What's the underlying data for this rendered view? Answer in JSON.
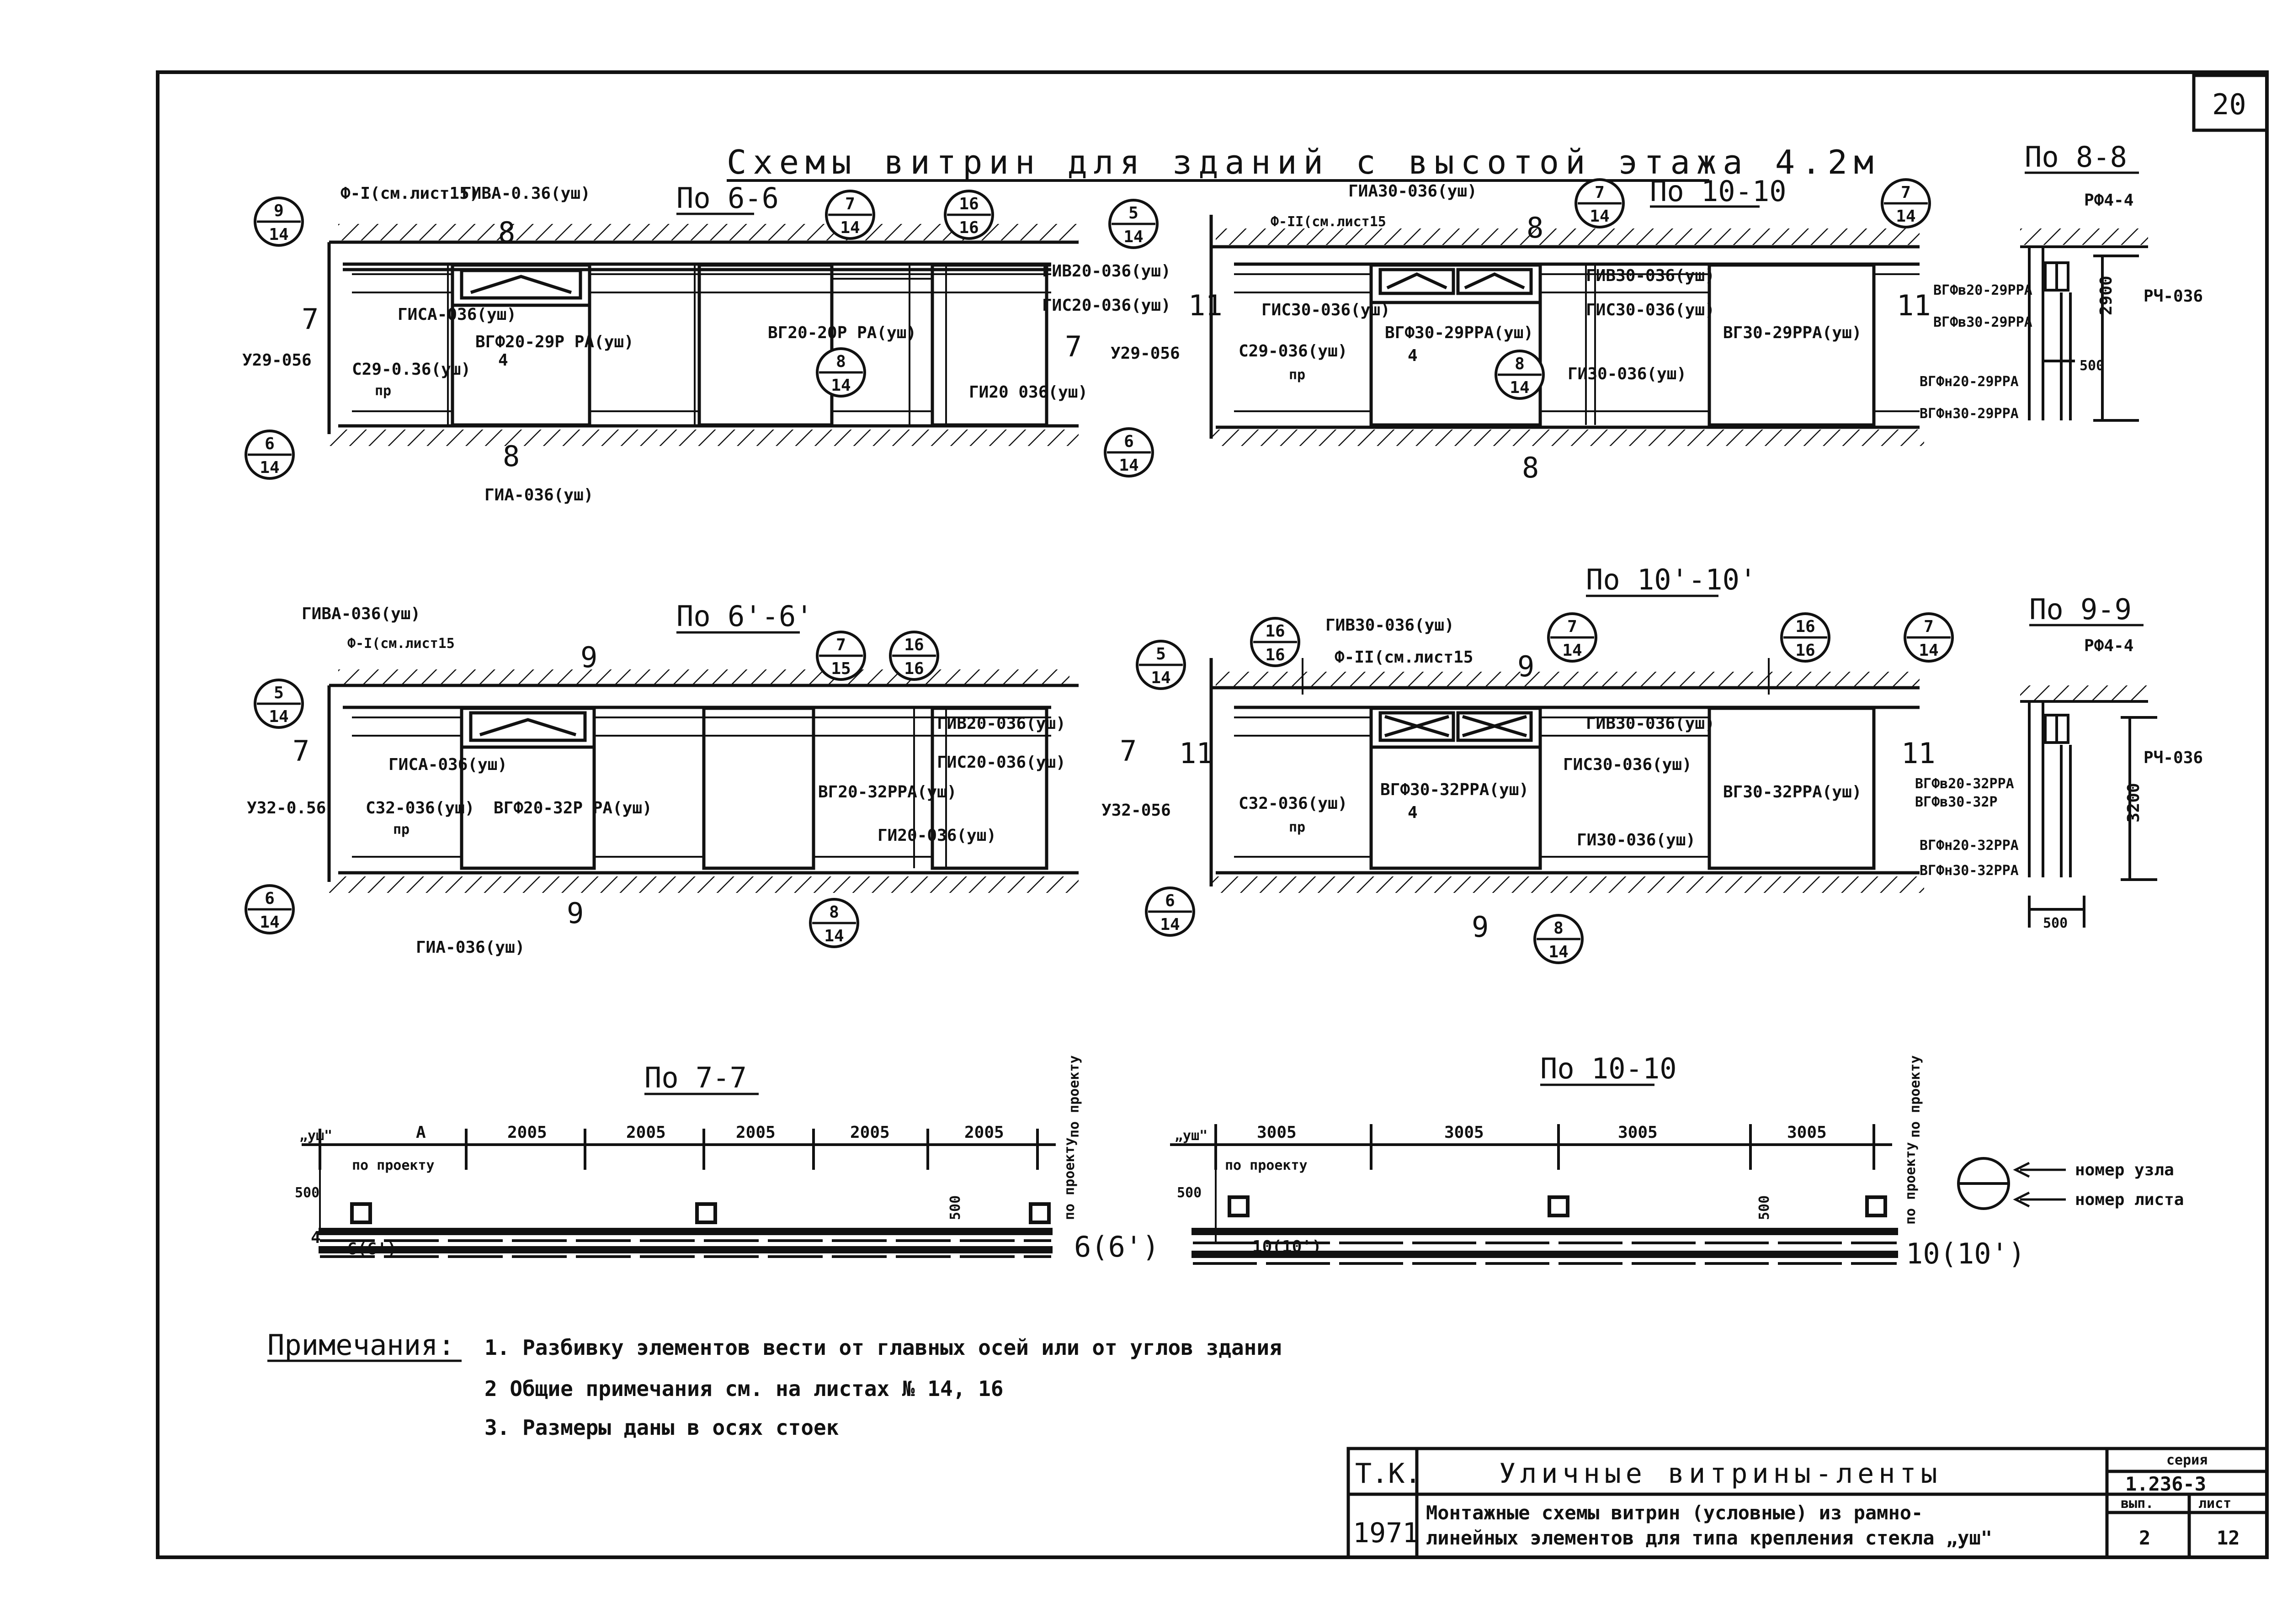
{
  "sheet_number": "20",
  "title": "Схемы витрин для зданий с высотой этажа 4.2м",
  "views": {
    "v66": "По 6-6",
    "v1010": "По 10-10",
    "v88": "По 8-8",
    "v66p": "По 6'-6'",
    "v1010p": "По 10'-10'",
    "v99": "По 9-9",
    "v77": "По 7-7",
    "v1010b": "По 10-10"
  },
  "labels": {
    "f1": "Ф-I(см.лист15)",
    "f1b": "Ф-I(см.лист15",
    "f2": "Ф-II(см.лист15",
    "givA": "ГИВА-0.36(уш)",
    "givA2": "ГИВА-036(уш)",
    "gia30": "ГИА30-036(уш)",
    "gisA": "ГИСА-036(уш)",
    "gisA2": "ГИСА-036(уш)",
    "vgf2029": "ВГФ20-29Р РА(уш)",
    "vg2020": "ВГ20-20Р РА(уш)",
    "giv20": "ГИВ20-036(уш)",
    "gis20": "ГИС20-036(уш)",
    "u29": "У29-056",
    "s29": "С29-0.36(уш)",
    "gi20": "ГИ20 036(уш)",
    "gia": "ГИА-036(уш)",
    "gis30": "ГИС30-036(уш)",
    "vgf3029": "ВГФ30-29РРА(уш)",
    "giv30": "ГИВ30-036(уш)",
    "gis30b": "ГИС30-036(уш)",
    "vg3029": "ВГ30-29РРА(уш)",
    "u29b": "У29-056",
    "s29b": "С29-036(уш)",
    "gi30": "ГИ30-036(уш)",
    "rf4": "РФ4-4",
    "r4": "РЧ-036",
    "vgfv2029": "ВГФв20-29РРА",
    "vgfv3029": "ВГФв30-29РРА",
    "vgfn2029": "ВГФн20-29РРА",
    "vgfn3029": "ВГФн30-29РРА",
    "dim2900": "2900",
    "dim500": "500",
    "u32": "У32-0.56",
    "s32": "С32-036(уш)",
    "vgf2032": "ВГФ20-32Р РА(уш)",
    "vg2032": "ВГ20-32РРА(уш)",
    "giv20b": "ГИВ20-036(уш)",
    "gis20b": "ГИС20-036(уш)",
    "gi20b": "ГИ20-036(уш)",
    "gia2": "ГИА-036(уш)",
    "giv30b": "ГИВ30-036(уш)",
    "giv30c": "ГИВ30-036(уш)",
    "gis30c": "ГИС30-036(уш)",
    "vgf3032": "ВГФ30-32РРА(уш)",
    "vg3032": "ВГ30-32РРА(уш)",
    "u32b": "У32-056",
    "s32b": "С32-036(уш)",
    "gi30b": "ГИ30-036(уш)",
    "vgfv2032": "ВГФв20-32РРА",
    "vgfv3032": "ВГФв30-32Р",
    "vgfn2032": "ВГФн20-32РРА",
    "vgfn3032": "ВГФн30-32РРА",
    "dim3200": "3200",
    "pr": "пр",
    "n4": "4",
    "n7": "7",
    "n8": "8",
    "n9": "9",
    "n11": "11"
  },
  "callouts": [
    {
      "top": "9",
      "bottom": "14"
    },
    {
      "top": "7",
      "bottom": "14"
    },
    {
      "top": "16",
      "bottom": "16"
    },
    {
      "top": "8",
      "bottom": "14"
    },
    {
      "top": "6",
      "bottom": "14"
    },
    {
      "top": "5",
      "bottom": "14"
    },
    {
      "top": "7",
      "bottom": "14"
    },
    {
      "top": "7",
      "bottom": "14"
    },
    {
      "top": "8",
      "bottom": "14"
    },
    {
      "top": "6",
      "bottom": "14"
    },
    {
      "top": "5",
      "bottom": "14"
    },
    {
      "top": "7",
      "bottom": "15"
    },
    {
      "top": "16",
      "bottom": "16"
    },
    {
      "top": "8",
      "bottom": "14"
    },
    {
      "top": "6",
      "bottom": "14"
    },
    {
      "top": "5",
      "bottom": "14"
    },
    {
      "top": "16",
      "bottom": "16"
    },
    {
      "top": "7",
      "bottom": "14"
    },
    {
      "top": "16",
      "bottom": "16"
    },
    {
      "top": "7",
      "bottom": "14"
    },
    {
      "top": "8",
      "bottom": "14"
    },
    {
      "top": "6",
      "bottom": "14"
    }
  ],
  "plan77": {
    "ush": "„уш\"",
    "a": "А",
    "d1": "2005",
    "d2": "2005",
    "d3": "2005",
    "d4": "2005",
    "d5": "2005",
    "po_proektu": "по проекту",
    "po_proektu_v": "по проекту",
    "d500": "500",
    "d500b": "500",
    "n4": "4",
    "sec": "6(6')",
    "sec2": "6(6')"
  },
  "plan1010": {
    "ush": "„уш\"",
    "d1": "3005",
    "d2": "3005",
    "d3": "3005",
    "d4": "3005",
    "po_proektu": "по проекту",
    "po_proektu_v": "по проекту",
    "d500": "500",
    "d500b": "500",
    "sec": "10(10')",
    "sec2": "10(10')"
  },
  "legend": {
    "node": "номер узла",
    "sheet": "номер листа"
  },
  "notes": {
    "heading": "Примечания:",
    "items": [
      "1. Разбивку элементов вести от главных осей или от углов здания",
      "2 Общие примечания см. на листах № 14, 16",
      "3. Размеры даны в осях стоек"
    ]
  },
  "stamp": {
    "org": "Т.К.",
    "year": "1971",
    "name": "Уличные витрины-ленты",
    "desc1": "Монтажные схемы витрин (условные) из рамно-",
    "desc2": "линейных элементов для типа крепления стекла „уш\"",
    "series_label": "серия",
    "series": "1.236-3",
    "issue_label": "вып.",
    "issue": "2",
    "sheet_label": "лист",
    "sheet": "12"
  }
}
